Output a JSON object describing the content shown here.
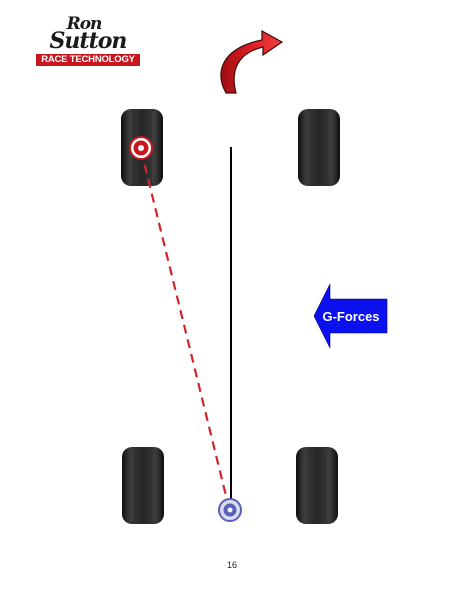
{
  "logo": {
    "line1": "Ron",
    "line2": "Sutton",
    "band": "RACE TECHNOLOGY",
    "colors": {
      "script": "#1a1a1a",
      "band": "#c8161e"
    }
  },
  "gforce_arrow": {
    "label": "G-Forces",
    "color": "#0a10ee",
    "direction": "left"
  },
  "turn_arrow": {
    "icon": "curved-arrow-right-icon",
    "color": "#e01d24"
  },
  "markers": {
    "front": {
      "icon": "target-icon",
      "color": "#c8161e"
    },
    "rear": {
      "icon": "target-icon",
      "color": "#5a5fb8"
    }
  },
  "lines": {
    "centerline_color": "#000000",
    "dashed_color": "#d0262a"
  },
  "tires": [
    "front-left",
    "front-right",
    "rear-left",
    "rear-right"
  ],
  "page": {
    "number": "16"
  }
}
